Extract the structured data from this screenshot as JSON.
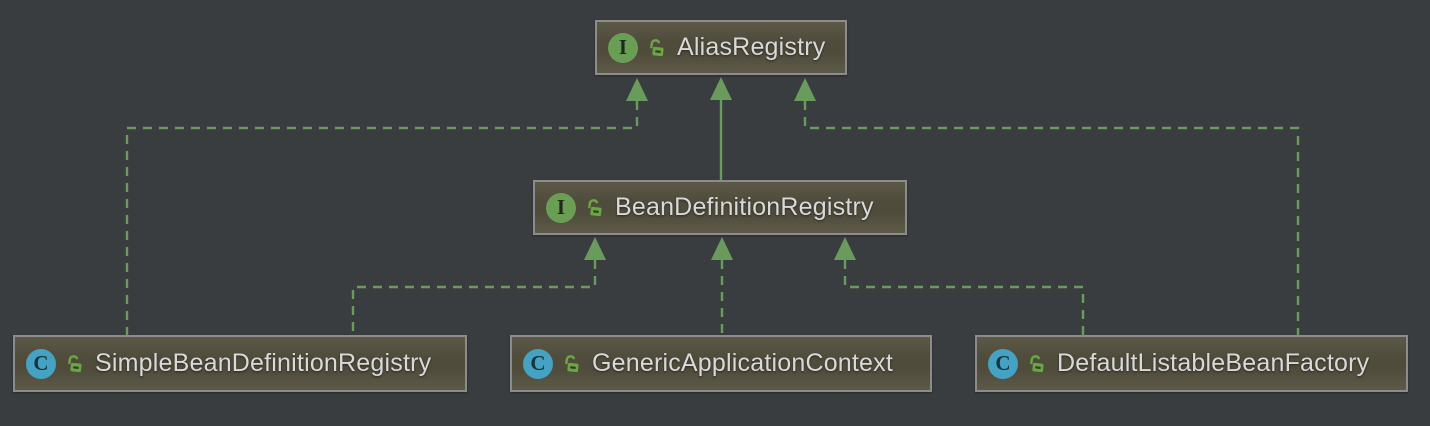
{
  "colors": {
    "background": "#3a3d40",
    "node_fill_top": "#5d5947",
    "node_fill_mid": "#4f4c3c",
    "node_fill_bottom": "#5e5a49",
    "node_border": "#8c8c8c",
    "edge_green": "#699c5c",
    "label_text": "#d9d9d9",
    "interface_icon_bg": "#6a9e55",
    "interface_icon_fg": "#1e2a1a",
    "class_icon_bg": "#45a2c2",
    "class_icon_fg": "#15343e",
    "lock_icon": "#6aa644"
  },
  "nodes": [
    {
      "label": "AliasRegistry",
      "kind": "interface",
      "icon_letter": "I"
    },
    {
      "label": "BeanDefinitionRegistry",
      "kind": "interface",
      "icon_letter": "I"
    },
    {
      "label": "SimpleBeanDefinitionRegistry",
      "kind": "class",
      "icon_letter": "C"
    },
    {
      "label": "GenericApplicationContext",
      "kind": "class",
      "icon_letter": "C"
    },
    {
      "label": "DefaultListableBeanFactory",
      "kind": "class",
      "icon_letter": "C"
    }
  ],
  "edges": [
    {
      "from": "BeanDefinitionRegistry",
      "to": "AliasRegistry",
      "line": "solid"
    },
    {
      "from": "SimpleBeanDefinitionRegistry",
      "to": "AliasRegistry",
      "line": "dashed"
    },
    {
      "from": "DefaultListableBeanFactory",
      "to": "AliasRegistry",
      "line": "dashed"
    },
    {
      "from": "SimpleBeanDefinitionRegistry",
      "to": "BeanDefinitionRegistry",
      "line": "dashed"
    },
    {
      "from": "GenericApplicationContext",
      "to": "BeanDefinitionRegistry",
      "line": "dashed"
    },
    {
      "from": "DefaultListableBeanFactory",
      "to": "BeanDefinitionRegistry",
      "line": "dashed"
    }
  ]
}
